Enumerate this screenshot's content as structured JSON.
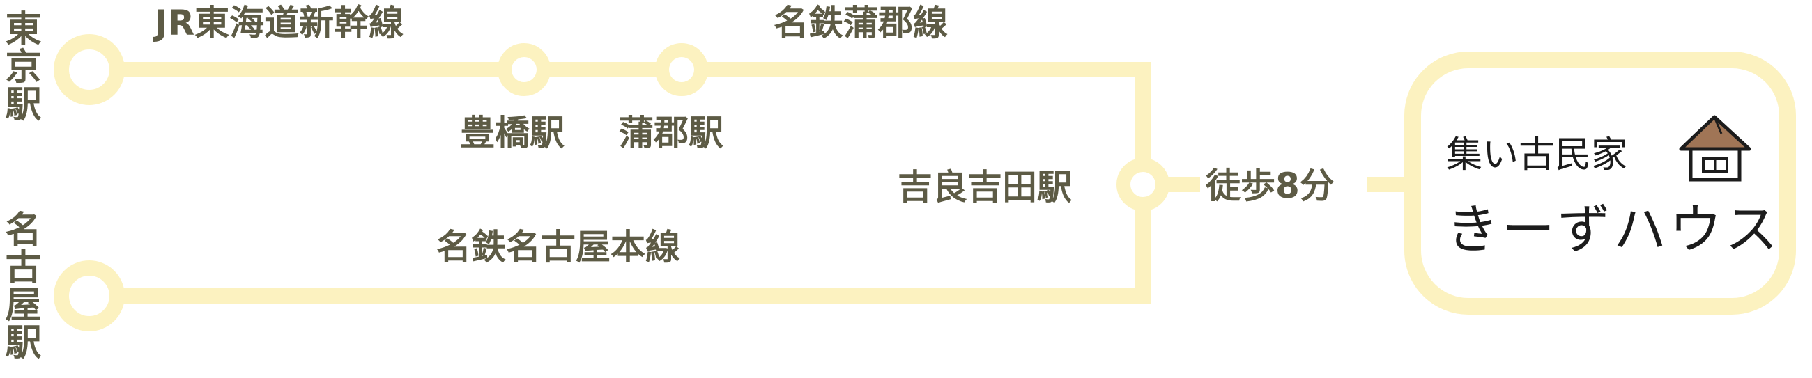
{
  "stations": {
    "tokyo": "東京駅",
    "nagoya": "名古屋駅",
    "toyohashi": "豊橋駅",
    "gamagori": "蒲郡駅",
    "kira_yoshida": "吉良吉田駅"
  },
  "lines": {
    "tokaido": "JR東海道新幹線",
    "gamagori_line": "名鉄蒲郡線",
    "nagoya_honsen": "名鉄名古屋本線"
  },
  "walk": "徒歩8分",
  "destination": {
    "subtitle": "集い古民家",
    "name": "きーずハウス",
    "icon": "thatched-house-icon"
  },
  "colors": {
    "line": "#fcf2c0",
    "text": "#5d5b45",
    "house_roof": "#a07556"
  }
}
